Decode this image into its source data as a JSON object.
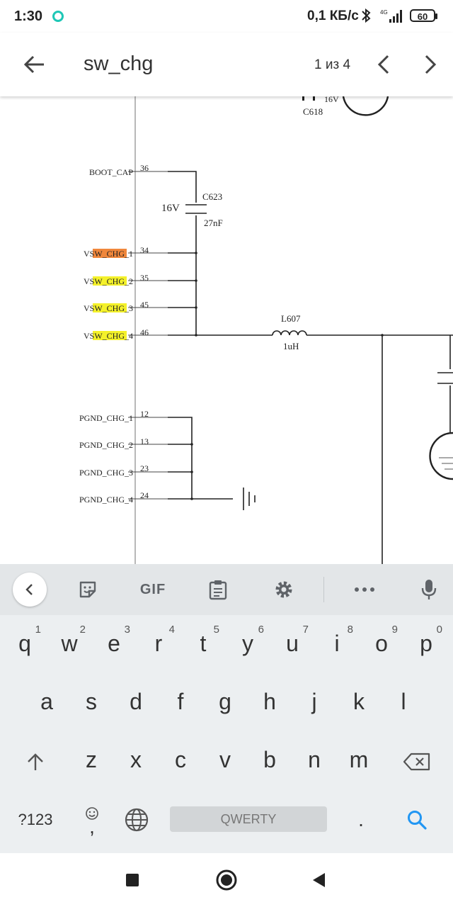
{
  "status": {
    "time": "1:30",
    "speed": "0,1 КБ/с",
    "network": "4G",
    "battery": "60"
  },
  "appbar": {
    "title": "sw_chg",
    "counter": "1 из 4"
  },
  "schematic": {
    "top_labels": {
      "cap": "C618",
      "volt": "16V"
    },
    "pins": [
      {
        "name": "BOOT_CAP",
        "num": "36"
      },
      {
        "name_pre": "V",
        "name_hl": "SW_CHG_",
        "name_post": "1",
        "num": "34"
      },
      {
        "name_pre": "V",
        "name_hl": "SW_CHG_",
        "name_post": "2",
        "num": "35"
      },
      {
        "name_pre": "V",
        "name_hl": "SW_CHG_",
        "name_post": "3",
        "num": "45"
      },
      {
        "name_pre": "V",
        "name_hl": "SW_CHG_",
        "name_post": "4",
        "num": "46"
      },
      {
        "name": "PGND_CHG_1",
        "num": "12"
      },
      {
        "name": "PGND_CHG_2",
        "num": "13"
      },
      {
        "name": "PGND_CHG_3",
        "num": "23"
      },
      {
        "name": "PGND_CHG_4",
        "num": "24"
      }
    ],
    "cap_c623": {
      "ref": "C623",
      "volt": "16V",
      "value": "27nF"
    },
    "inductor": {
      "ref": "L607",
      "value": "1uH"
    },
    "highlight_active": "#f0873c",
    "highlight": "#f4f12a"
  },
  "keyboard": {
    "toolbar": {
      "gif": "GIF"
    },
    "row1": [
      {
        "k": "q",
        "h": "1"
      },
      {
        "k": "w",
        "h": "2"
      },
      {
        "k": "e",
        "h": "3"
      },
      {
        "k": "r",
        "h": "4"
      },
      {
        "k": "t",
        "h": "5"
      },
      {
        "k": "y",
        "h": "6"
      },
      {
        "k": "u",
        "h": "7"
      },
      {
        "k": "i",
        "h": "8"
      },
      {
        "k": "o",
        "h": "9"
      },
      {
        "k": "p",
        "h": "0"
      }
    ],
    "row2": [
      "a",
      "s",
      "d",
      "f",
      "g",
      "h",
      "j",
      "k",
      "l"
    ],
    "row3": [
      "z",
      "x",
      "c",
      "v",
      "b",
      "n",
      "m"
    ],
    "sym_label": "?123",
    "comma": ",",
    "space_label": "QWERTY",
    "period": ".",
    "accent": "#2196f3"
  }
}
